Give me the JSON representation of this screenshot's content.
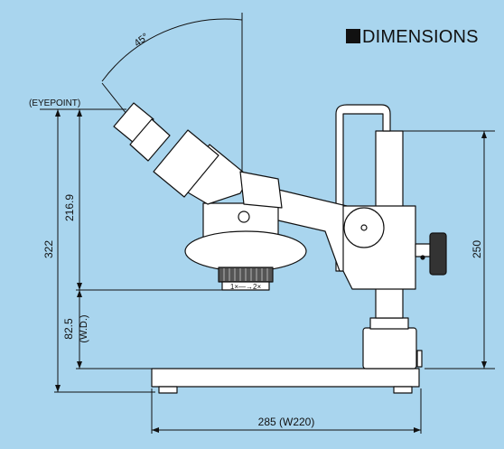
{
  "title": "DIMENSIONS",
  "labels": {
    "angle": "45°",
    "eyepoint": "(EYEPOINT)",
    "eyepoint_to_stage": "216.9",
    "total_height": "322",
    "working_distance": "82.5",
    "working_distance_note": "(W.D.)",
    "pillar_height": "250",
    "base_width": "285 (W220)",
    "zoom_marks": "1×—→2×"
  },
  "colors": {
    "background": "#a9d5ee",
    "body_fill": "#ffffff",
    "line": "#111111"
  }
}
